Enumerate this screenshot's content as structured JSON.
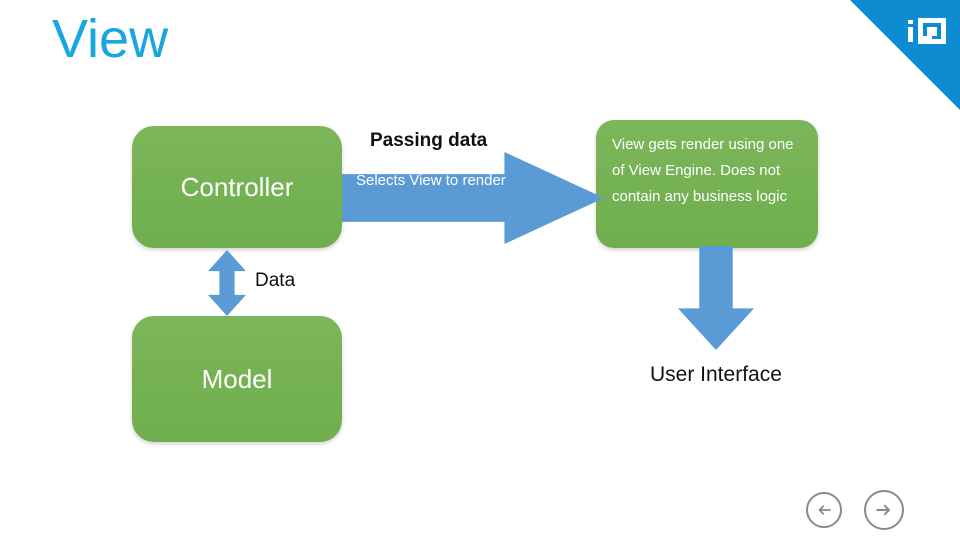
{
  "slide": {
    "title": "View",
    "background_color": "#ffffff",
    "title_color": "#18a5e0"
  },
  "corner": {
    "triangle_color": "#0d8cd2",
    "logo_icon": "bracket-square-logo-icon"
  },
  "diagram": {
    "nodes": [
      {
        "id": "controller",
        "label": "Controller",
        "shape": "rounded-rectangle",
        "color": "#76b356"
      },
      {
        "id": "model",
        "label": "Model",
        "shape": "rounded-rectangle",
        "color": "#76b356"
      },
      {
        "id": "view",
        "label": "View gets render using one of View Engine. Does not contain any business logic",
        "shape": "rounded-rectangle",
        "color": "#76b356"
      }
    ],
    "edges": [
      {
        "id": "controller-to-view",
        "from": "controller",
        "to": "view",
        "direction": "right",
        "inner_label": "Selects View to render",
        "outer_label": "Passing data",
        "color": "#5b9bd5"
      },
      {
        "id": "controller-to-model",
        "from": "controller",
        "to": "model",
        "direction": "both-vertical",
        "outer_label": "Data",
        "color": "#5b9bd5"
      },
      {
        "id": "view-to-ui",
        "from": "view",
        "to": "user-interface",
        "direction": "down",
        "outer_label": "User Interface",
        "color": "#5b9bd5"
      }
    ]
  },
  "navigation": {
    "previous_icon": "arrow-left-circle-icon",
    "next_icon": "arrow-right-circle-icon",
    "color": "#8a8a8a"
  }
}
